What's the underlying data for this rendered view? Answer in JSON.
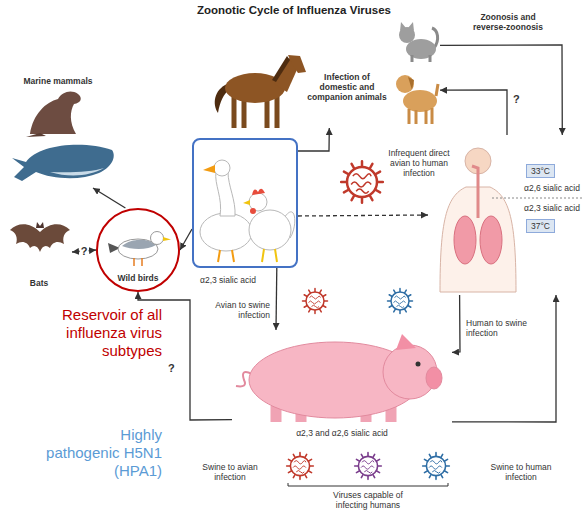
{
  "diagram": {
    "title": "Zoonotic Cycle of Influenza Viruses",
    "nodes": [
      {
        "text": [
          "Wild birds"
        ]
      },
      {
        "text": [
          "α2,3 sialic acid"
        ]
      },
      {
        "text": [
          "Marine mammals"
        ]
      },
      {
        "text": [
          "Bats"
        ]
      },
      {
        "text": [
          "Infection of domestic and companion animals"
        ]
      },
      {
        "text": [
          "α2,6 sialic acid",
          "α2,3 sialic acid"
        ]
      },
      {
        "text": [
          "33°C"
        ],
        "in": 5
      },
      {
        "text": [
          "37°C"
        ],
        "in": 5
      },
      {
        "text": [
          "α2,3 and α2,6 sialic acid"
        ]
      }
    ],
    "edges": [
      {
        "from": 0,
        "to": 2,
        "arrow": "to"
      },
      {
        "from": 0,
        "to": 3,
        "label": "?",
        "arrow": "both"
      },
      {
        "from": 1,
        "to": 0,
        "arrow": "to"
      },
      {
        "from": 1,
        "to": 5,
        "arrow": "to"
      },
      {
        "from": 1,
        "to": 8,
        "arrow": "to"
      },
      {
        "from": 5,
        "to": 8,
        "arrow": "to"
      },
      {
        "from": 8,
        "to": 5,
        "arrow": "to"
      },
      {
        "from": 8,
        "to": 0,
        "arrow": "to"
      },
      {
        "from": 1,
        "to": 4,
        "arrow": "to"
      },
      {
        "from": 5,
        "to": 4,
        "arrow": "to"
      },
      {
        "from": 4,
        "to": 5,
        "arrow": "to"
      }
    ],
    "labels": [
      "Reservoir of all influenza virus subtypes",
      "Highly pathogenic H5N1 (HPA1)",
      "Zoonosis and reverse-zoonosis",
      "?",
      "Infrequent direct avian to human infection",
      "Avian to swine infection",
      "Human to swine infection",
      "?",
      "Swine to avian infection",
      "Swine to human infection",
      "Viruses capable of infecting humans"
    ]
  }
}
